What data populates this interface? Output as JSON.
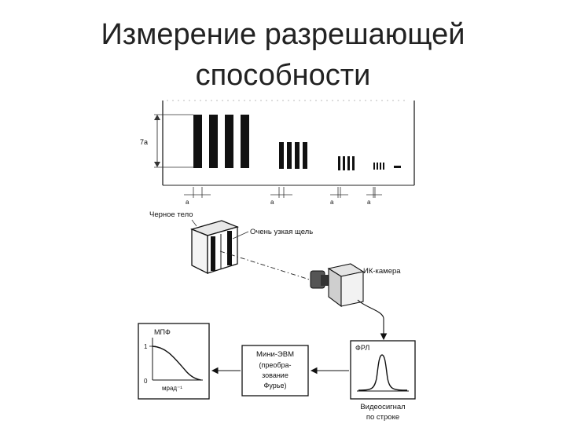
{
  "slide": {
    "title_line1": "Измерение разрешающей",
    "title_line2": "способности"
  },
  "target": {
    "height_label": "7a",
    "width_labels": [
      "a",
      "a",
      "a",
      "a"
    ]
  },
  "labels": {
    "blackbody": "Черное тело",
    "slit": "Очень узкая щель",
    "ir_camera": "ИК-камера",
    "computer_line1": "Мини-ЭВМ",
    "computer_line2": "(преобра-",
    "computer_line3": "зование",
    "computer_line4": "Фурье)",
    "mtf_title": "МПФ",
    "mtf_y_max": "1",
    "mtf_origin": "0",
    "mtf_x_unit": "мрад⁻¹",
    "lsf_title": "ФРЛ",
    "video_line1": "Видеосигнал",
    "video_line2": "по строке"
  }
}
